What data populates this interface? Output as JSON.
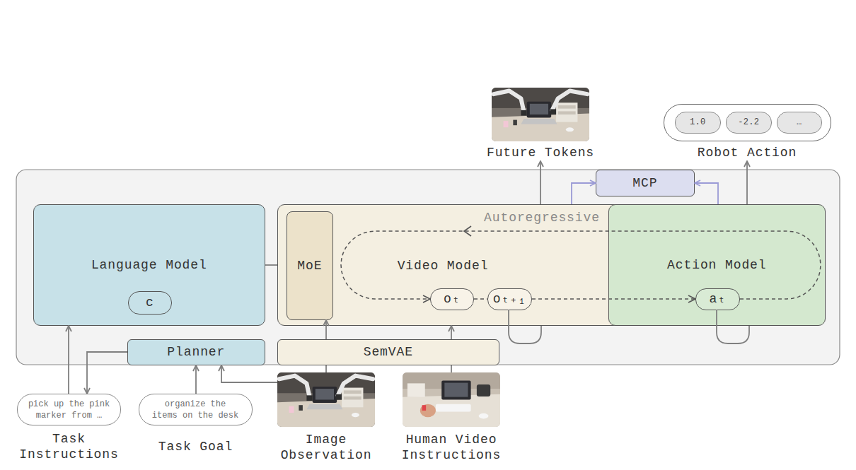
{
  "diagram": {
    "nodes": [
      {
        "text": [
          "Language Model"
        ]
      },
      {
        "text": [
          "c"
        ],
        "in": 0
      },
      {
        "text": [
          "Video Model"
        ]
      },
      {
        "text": [
          "MoE"
        ],
        "in": 2
      },
      {
        "text": [
          "oₜ"
        ],
        "in": 2
      },
      {
        "text": [
          "oₜ₊₁"
        ],
        "in": 2
      },
      {
        "text": [
          "Action Model"
        ]
      },
      {
        "text": [
          "aₜ"
        ],
        "in": 6
      },
      {
        "text": [
          "MCP"
        ]
      },
      {
        "text": [
          "Planner"
        ]
      },
      {
        "text": [
          "SemVAE"
        ]
      },
      {
        "text": [
          "pick up the pink marker from …",
          "Task Instructions"
        ]
      },
      {
        "text": [
          "organize the items on the desk",
          "Task Goal"
        ]
      },
      {
        "text": [
          "Image Observation"
        ]
      },
      {
        "text": [
          "Human Video Instructions"
        ]
      },
      {
        "text": [
          "Future Tokens"
        ]
      },
      {
        "text": [
          "Robot Action"
        ]
      },
      {
        "text": [
          "1.0"
        ],
        "in": 16
      },
      {
        "text": [
          "-2.2"
        ],
        "in": 16
      },
      {
        "text": [
          "…"
        ],
        "in": 16
      }
    ],
    "edges": [
      {
        "from": 11,
        "to": 0,
        "arrow": "to"
      },
      {
        "from": 9,
        "to": 11,
        "arrow": "to"
      },
      {
        "from": 12,
        "to": 9,
        "arrow": "to"
      },
      {
        "from": 13,
        "to": 9,
        "arrow": "to"
      },
      {
        "from": 13,
        "to": 10,
        "arrow": "none"
      },
      {
        "from": 14,
        "to": 10,
        "arrow": "none"
      },
      {
        "from": 10,
        "to": 3,
        "arrow": "to"
      },
      {
        "from": 10,
        "to": 2,
        "arrow": "to"
      },
      {
        "from": 0,
        "to": 2,
        "arrow": "none"
      },
      {
        "from": 2,
        "to": 15,
        "arrow": "to"
      },
      {
        "from": 2,
        "to": 8,
        "arrow": "to"
      },
      {
        "from": 6,
        "to": 8,
        "arrow": "to"
      },
      {
        "from": 6,
        "to": 16,
        "arrow": "to"
      },
      {
        "from": 4,
        "to": 5,
        "arrow": "none"
      },
      {
        "from": 5,
        "to": 7,
        "arrow": "to"
      },
      {
        "from": 7,
        "to": 4,
        "arrow": "to",
        "label": "Autoregressive"
      }
    ]
  }
}
